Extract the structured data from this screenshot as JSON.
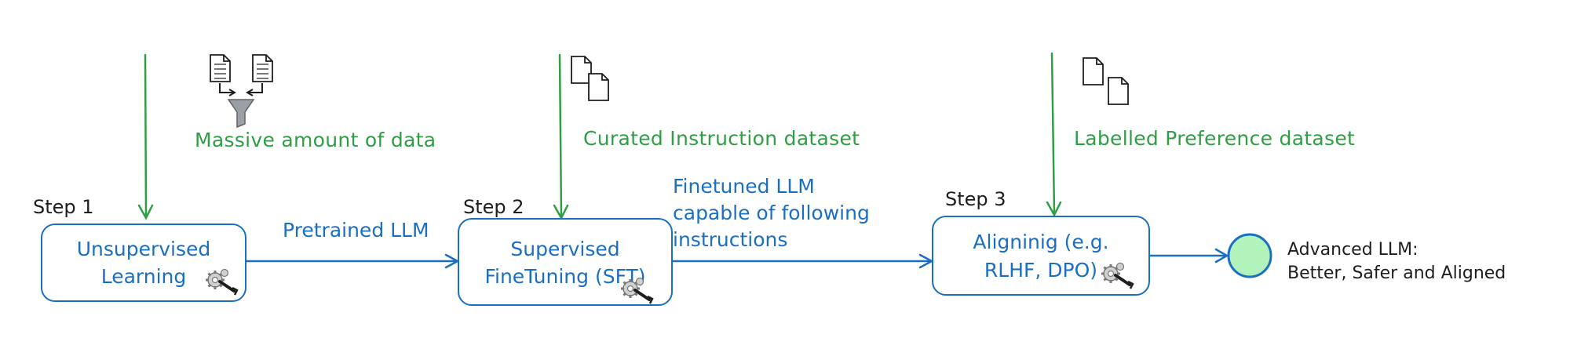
{
  "colors": {
    "green": "#2f9e44",
    "blue": "#1b6fc2",
    "black": "#1e1e1e",
    "circle_fill": "#b2f2bb"
  },
  "inputs": [
    {
      "label": "Massive amount of data",
      "icon": "filter-funnel-documents-icon"
    },
    {
      "label": "Curated Instruction dataset",
      "icon": "stacked-documents-icon"
    },
    {
      "label": "Labelled Preference dataset",
      "icon": "stacked-documents-icon"
    }
  ],
  "steps": [
    {
      "step_label": "Step 1",
      "box_line1": "Unsupervised",
      "box_line2": "Learning",
      "gear_icon": "gear-wrench-icon"
    },
    {
      "step_label": "Step 2",
      "box_line1": "Supervised",
      "box_line2": "FineTuning (SFT)",
      "gear_icon": "gear-wrench-icon"
    },
    {
      "step_label": "Step 3",
      "box_line1": "Aligninig (e.g.",
      "box_line2": "RLHF, DPO)",
      "gear_icon": "gear-wrench-icon"
    }
  ],
  "edges": [
    {
      "label": "Pretrained LLM"
    },
    {
      "line1": "Finetuned LLM",
      "line2": "capable of following",
      "line3": "instructions"
    },
    {
      "label": ""
    }
  ],
  "output": {
    "line1": "Advanced LLM:",
    "line2": "Better, Safer and Aligned",
    "icon": "end-circle-icon"
  }
}
